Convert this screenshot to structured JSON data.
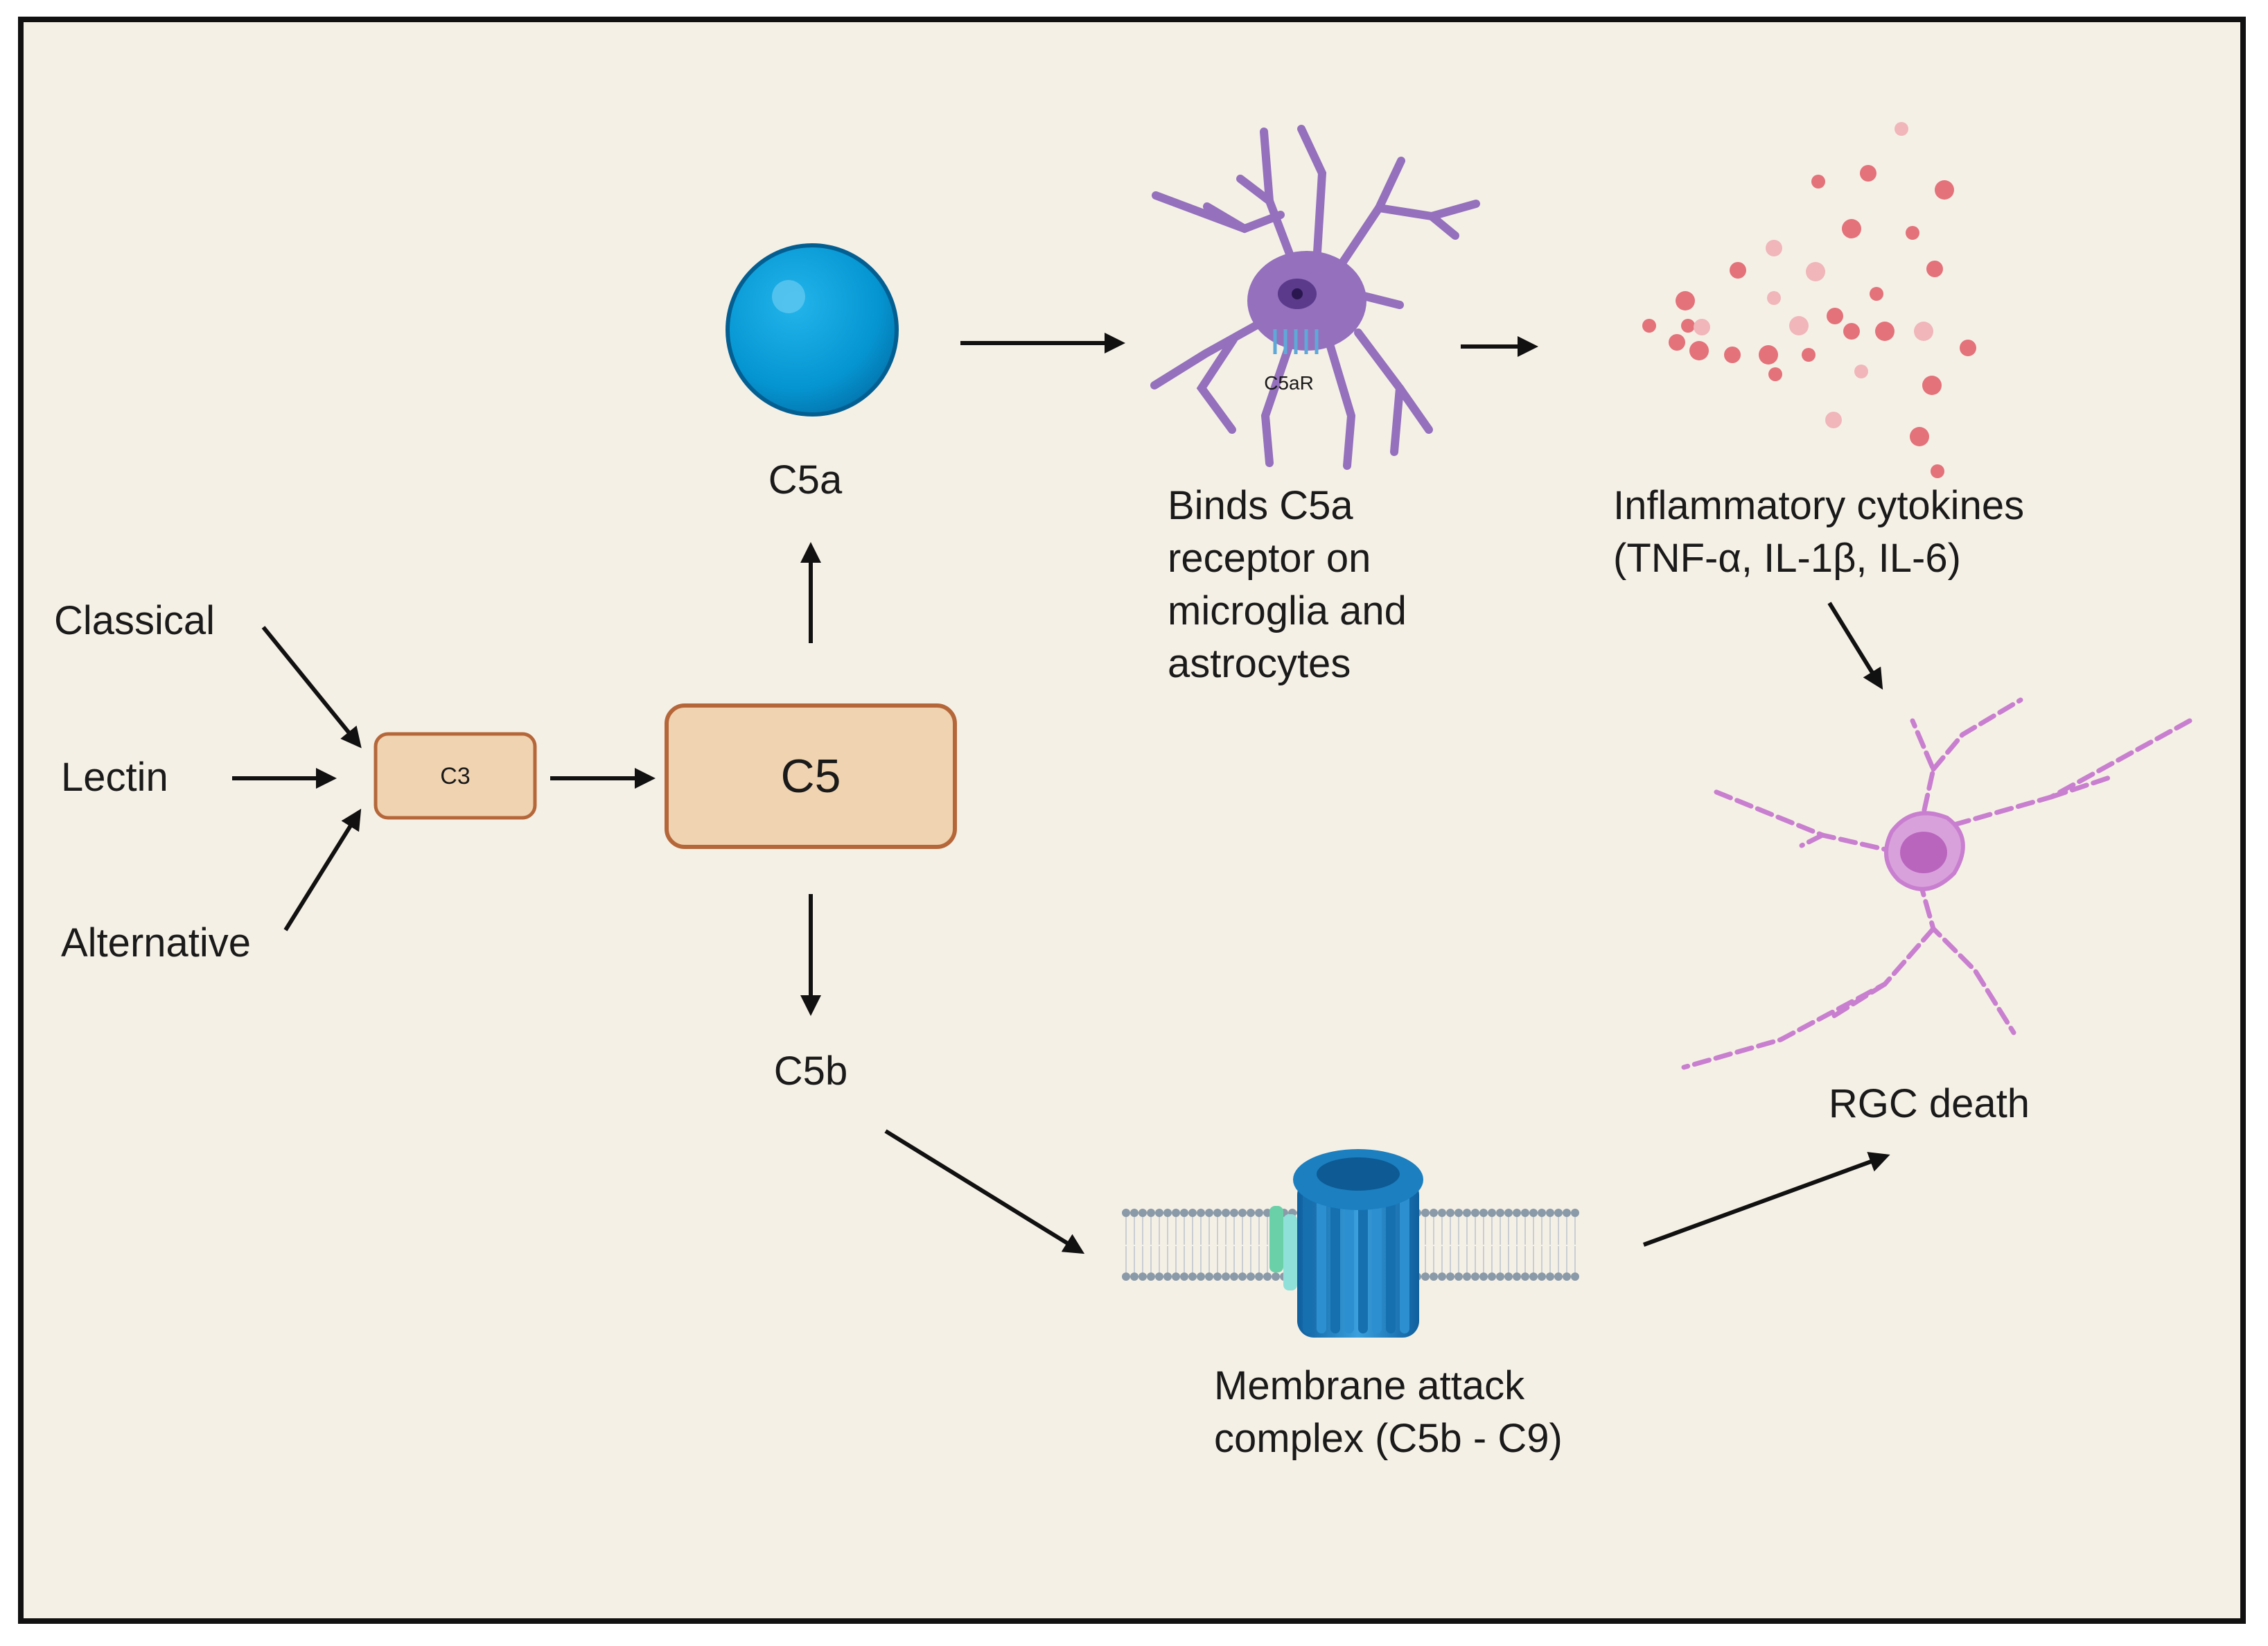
{
  "pathways": {
    "classical": "Classical",
    "lectin": "Lectin",
    "alternative": "Alternative"
  },
  "nodes": {
    "c3": "C3",
    "c5": "C5",
    "c5a": "C5a",
    "c5b": "C5b",
    "c5ar": "C5aR",
    "receptor_caption": [
      "Binds C5a",
      "receptor on",
      "microglia and",
      "astrocytes"
    ],
    "cytokines_caption": [
      "Inflammatory cytokines",
      "(TNF-α, IL-1β, IL-6)"
    ],
    "mac_caption": [
      "Membrane attack",
      "complex (C5b - C9)"
    ],
    "rgc_caption": "RGC death"
  },
  "colors": {
    "background": "#f5f0e6",
    "box_fill": "#f0d3b0",
    "box_stroke": "#b5673a",
    "c5a_sphere": "#0596d2",
    "microglia": "#9470bd",
    "cytokine": "#e3727a",
    "mac_blue": "#1b7fc0",
    "rgc_pink": "#c97fcf"
  },
  "icons": [
    "c5a-sphere-icon",
    "microglia-icon",
    "cytokines-icon",
    "membrane-attack-complex-icon",
    "rgc-neuron-icon"
  ]
}
